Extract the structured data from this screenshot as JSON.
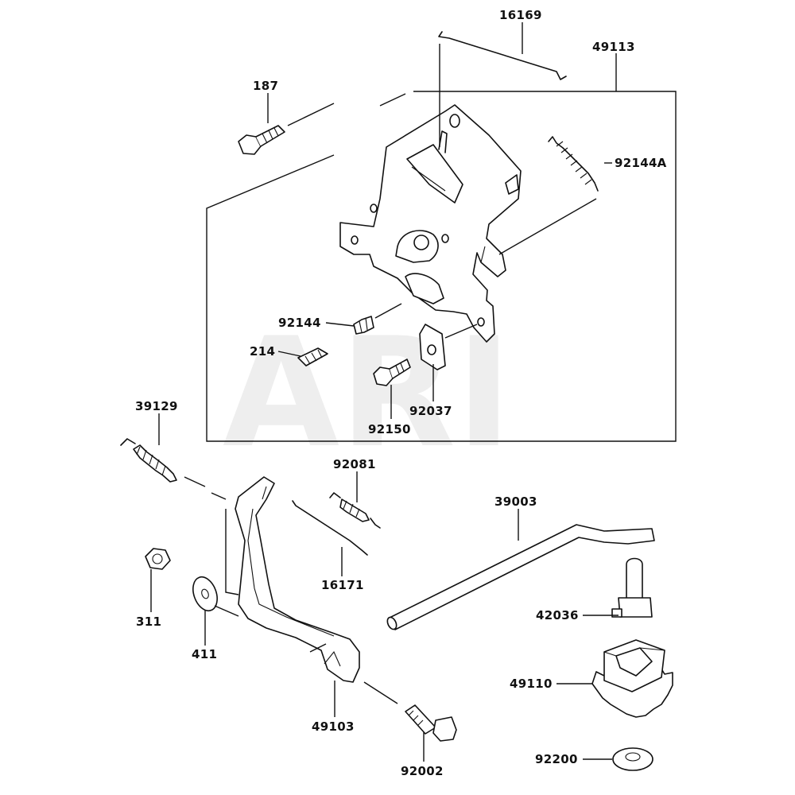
{
  "watermark": "ARI",
  "labels": {
    "p16169": "16169",
    "p49113": "49113",
    "p187": "187",
    "p92144A": "92144A",
    "p92144": "92144",
    "p214": "214",
    "p92037": "92037",
    "p92150": "92150",
    "p39129": "39129",
    "p92081": "92081",
    "p39003": "39003",
    "p311": "311",
    "p16171": "16171",
    "p42036": "42036",
    "p411": "411",
    "p49110": "49110",
    "p49103": "49103",
    "p92200": "92200",
    "p92002": "92002"
  }
}
